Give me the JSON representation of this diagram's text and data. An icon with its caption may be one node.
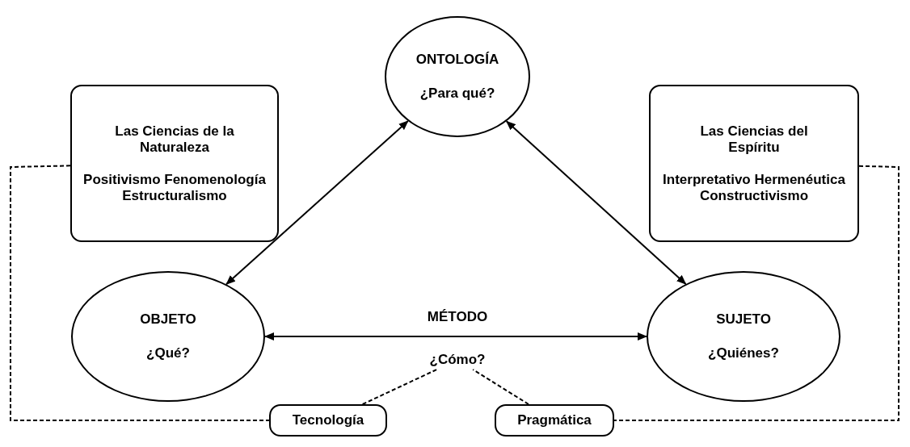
{
  "diagram": {
    "nodes": [
      {
        "text": [
          "ONTOLOGÍA",
          "¿Para qué?"
        ]
      },
      {
        "text": [
          "Las Ciencias de la Naturaleza",
          "Positivismo Fenomenología Estructuralismo"
        ]
      },
      {
        "text": [
          "Las Ciencias del Espíritu",
          "Interpretativo Hermenéutica Constructivismo"
        ]
      },
      {
        "text": [
          "OBJETO",
          "¿Qué?"
        ]
      },
      {
        "text": [
          "SUJETO",
          "¿Quiénes?"
        ]
      },
      {
        "text": [
          "¿Cómo?"
        ]
      },
      {
        "text": [
          "Tecnología"
        ]
      },
      {
        "text": [
          "Pragmática"
        ]
      }
    ],
    "edges": [
      {
        "from": 0,
        "to": 3,
        "arrow": "both"
      },
      {
        "from": 0,
        "to": 4,
        "arrow": "both"
      },
      {
        "from": 3,
        "to": 4,
        "arrow": "both",
        "label": "MÉTODO"
      },
      {
        "from": 6,
        "to": 5,
        "arrow": "none",
        "style": "dashed"
      },
      {
        "from": 7,
        "to": 5,
        "arrow": "none",
        "style": "dashed"
      },
      {
        "from": 1,
        "to": 6,
        "arrow": "none",
        "style": "dashed"
      },
      {
        "from": 2,
        "to": 7,
        "arrow": "none",
        "style": "dashed"
      }
    ]
  }
}
